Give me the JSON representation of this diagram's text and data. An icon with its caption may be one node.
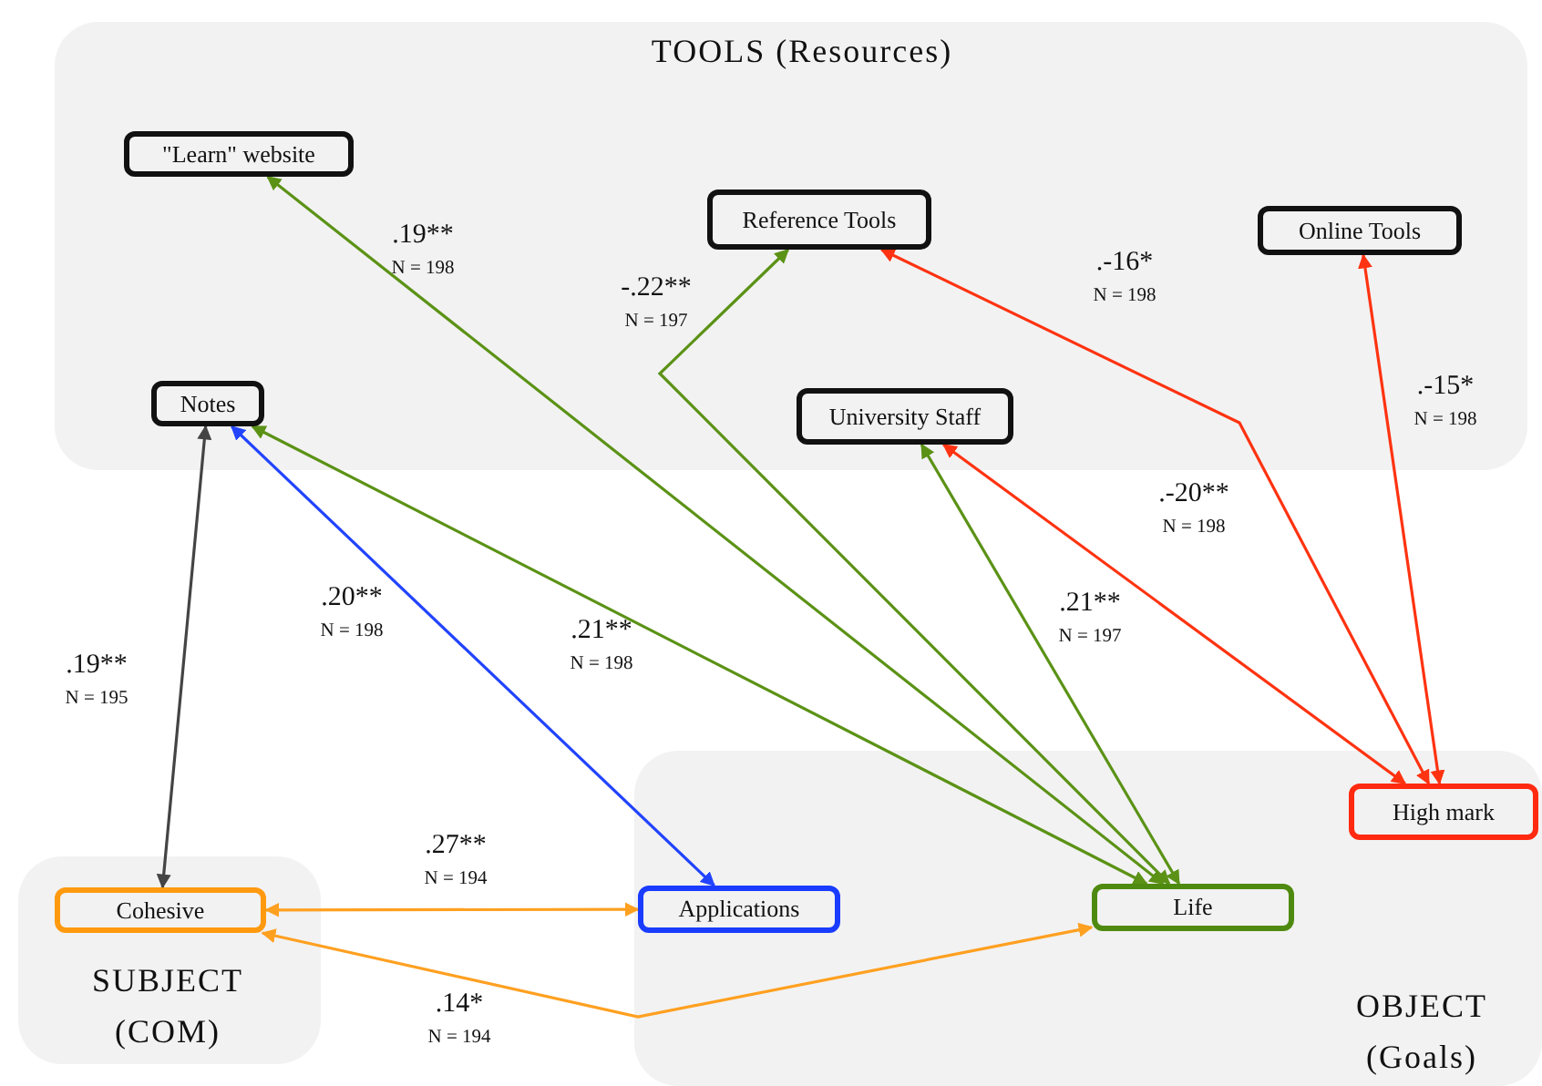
{
  "diagram": {
    "nodes": [
      {
        "text": [
          "TOOLS (Resources)"
        ]
      },
      {
        "text": [
          "\"Learn\" website"
        ],
        "in": 0
      },
      {
        "text": [
          "Reference Tools"
        ],
        "in": 0
      },
      {
        "text": [
          "Online Tools"
        ],
        "in": 0
      },
      {
        "text": [
          "Notes"
        ],
        "in": 0
      },
      {
        "text": [
          "University Staff"
        ],
        "in": 0
      },
      {
        "text": [
          "SUBJECT (COM)"
        ]
      },
      {
        "text": [
          "Cohesive"
        ],
        "in": 6
      },
      {
        "text": [
          "OBJECT (Goals)"
        ]
      },
      {
        "text": [
          "High mark"
        ],
        "in": 8
      },
      {
        "text": [
          "Applications"
        ],
        "in": 8
      },
      {
        "text": [
          "Life"
        ],
        "in": 8
      }
    ],
    "edges": [
      {
        "from": 1,
        "to": 11,
        "arrow": "both",
        "label": ".19** N = 198",
        "color": "#5b9216"
      },
      {
        "from": 2,
        "to": 11,
        "arrow": "both",
        "label": "-.22** N = 197",
        "color": "#5b9216"
      },
      {
        "from": 4,
        "to": 11,
        "arrow": "both",
        "label": ".21** N = 198",
        "color": "#5b9216"
      },
      {
        "from": 5,
        "to": 11,
        "arrow": "both",
        "label": ".21** N = 197",
        "color": "#5b9216"
      },
      {
        "from": 4,
        "to": 10,
        "arrow": "both",
        "label": ".20** N = 198",
        "color": "#2244ff"
      },
      {
        "from": 4,
        "to": 7,
        "arrow": "both",
        "label": ".19** N = 195",
        "color": "#444444"
      },
      {
        "from": 2,
        "to": 9,
        "arrow": "both",
        "label": ".-16* N = 198",
        "color": "#ff3311"
      },
      {
        "from": 5,
        "to": 9,
        "arrow": "both",
        "label": ".-20** N = 198",
        "color": "#ff3311"
      },
      {
        "from": 3,
        "to": 9,
        "arrow": "both",
        "label": ".-15* N = 198",
        "color": "#ff3311"
      },
      {
        "from": 7,
        "to": 10,
        "arrow": "both",
        "label": ".27** N = 194",
        "color": "#ffa020"
      },
      {
        "from": 7,
        "to": 11,
        "arrow": "both",
        "label": ".14* N = 194",
        "color": "#ffa020"
      }
    ]
  }
}
